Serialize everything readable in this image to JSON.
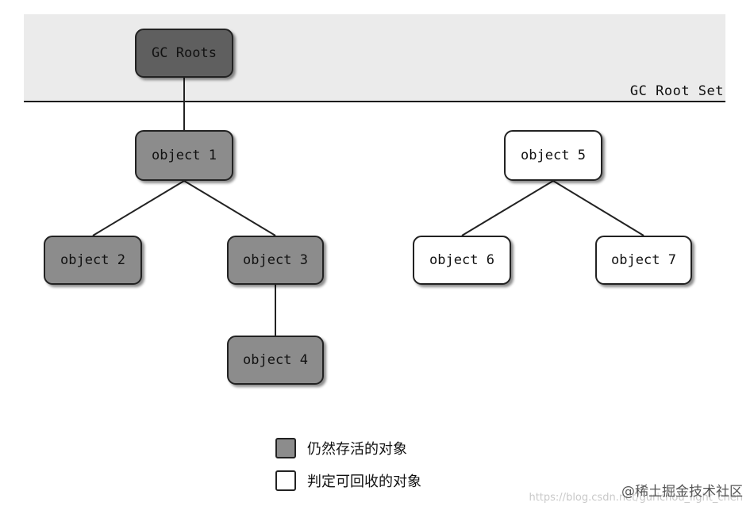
{
  "root_set": {
    "label": "GC Root Set",
    "roots_node": "GC Roots"
  },
  "nodes": {
    "object1": "object 1",
    "object2": "object 2",
    "object3": "object 3",
    "object4": "object 4",
    "object5": "object 5",
    "object6": "object 6",
    "object7": "object 7"
  },
  "edges": [
    [
      "gc-roots",
      "object1"
    ],
    [
      "object1",
      "object2"
    ],
    [
      "object1",
      "object3"
    ],
    [
      "object3",
      "object4"
    ],
    [
      "object5",
      "object6"
    ],
    [
      "object5",
      "object7"
    ]
  ],
  "legend": {
    "live": "仍然存活的对象",
    "reclaimable": "判定可回收的对象"
  },
  "watermark": {
    "text": "@稀土掘金技术社区",
    "url": "https://blog.csdn.net/gurichou_light_chen"
  },
  "colors": {
    "root_fill": "#5f5f5f",
    "live_fill": "#8c8c8c",
    "dead_fill": "#ffffff",
    "band": "#ebebeb"
  }
}
